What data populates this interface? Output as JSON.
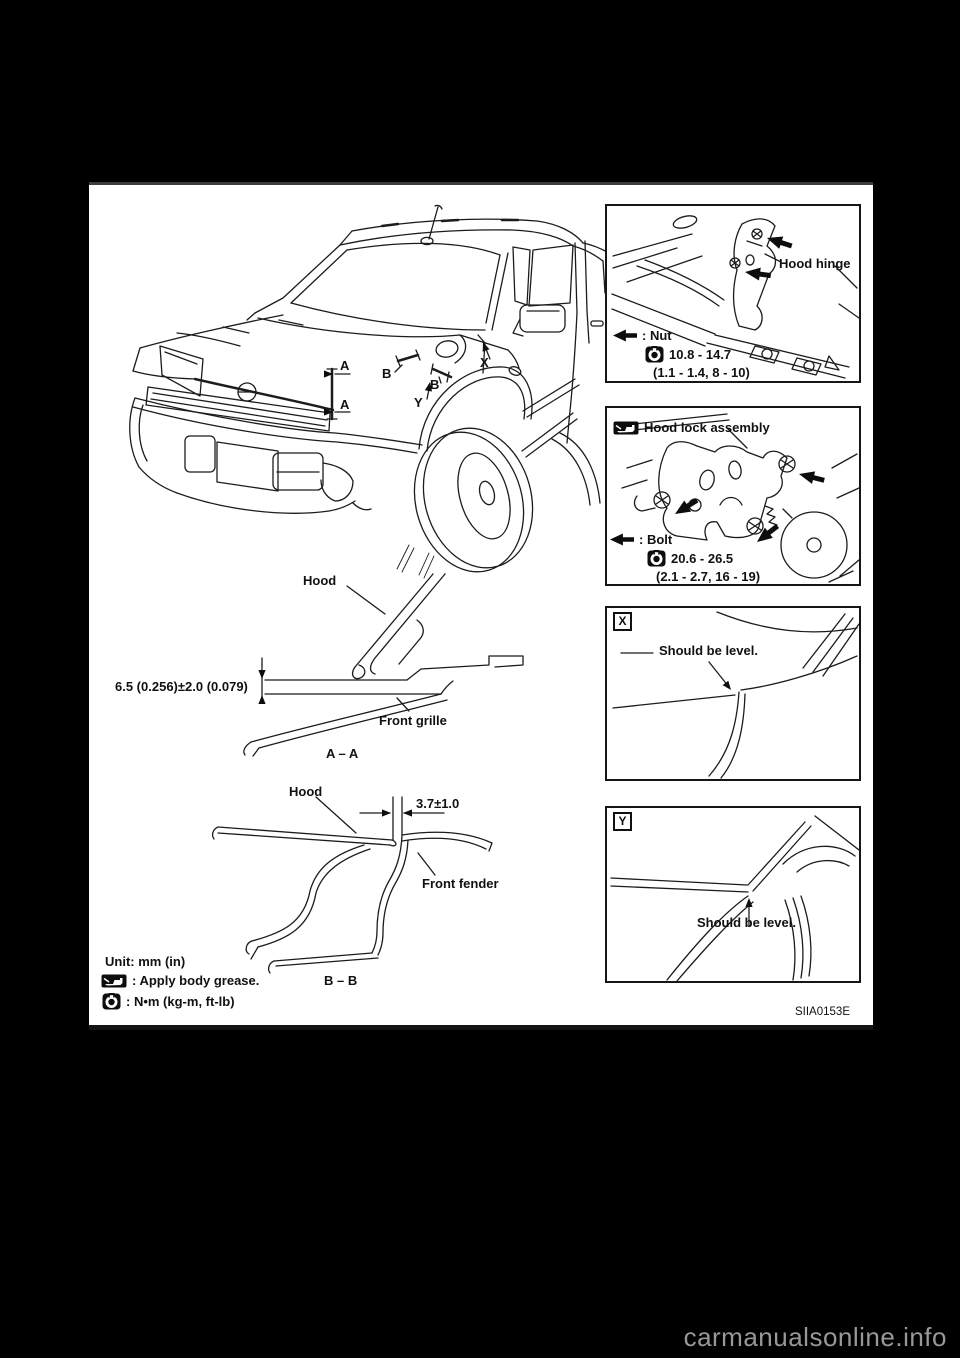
{
  "page": {
    "figure_code": "SIIA0153E",
    "watermark": "carmanualsonline.info"
  },
  "legend": {
    "unit": "Unit: mm (in)",
    "grease": ": Apply body grease.",
    "torque": ": N•m (kg-m, ft-lb)"
  },
  "car": {
    "markers": {
      "a_top": "A",
      "a_bottom": "A",
      "b_left": "B",
      "b_right": "B",
      "x": "X",
      "y": "Y"
    }
  },
  "details": [
    {
      "id": "hood-hinge",
      "label": "Hood hinge",
      "fastener_label": ": Nut",
      "torque": "10.8 - 14.7",
      "torque_alt": "(1.1 - 1.4, 8 - 10)"
    },
    {
      "id": "hood-lock",
      "label": "Hood lock assembly",
      "fastener_label": ": Bolt",
      "torque": "20.6 - 26.5",
      "torque_alt": "(2.1 - 2.7, 16 - 19)"
    },
    {
      "id": "view-x",
      "badge": "X",
      "note": "Should be level."
    },
    {
      "id": "view-y",
      "badge": "Y",
      "note": "Should be level."
    }
  ],
  "section_aa": {
    "part_top": "Hood",
    "dimension": "6.5 (0.256)±2.0 (0.079)",
    "part_bottom": "Front grille",
    "caption": "A – A"
  },
  "section_bb": {
    "part_top": "Hood",
    "dimension": "3.7±1.0",
    "part_bottom": "Front fender",
    "caption": "B – B"
  }
}
